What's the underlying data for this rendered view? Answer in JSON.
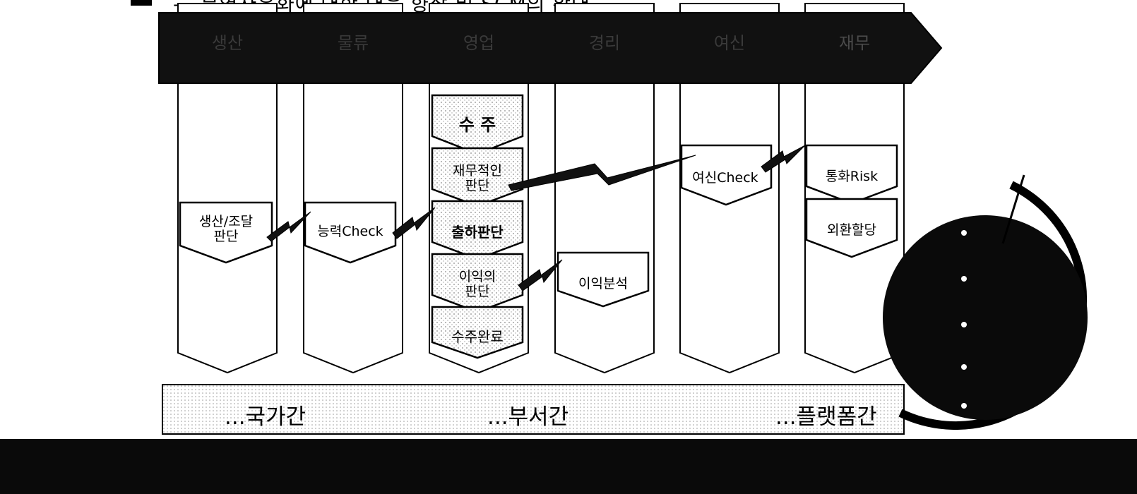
{
  "title": "— 무역자유화에 대한 대응 향상 및 SCM의 확대",
  "header_arrow": {
    "column_headers": [
      "생산",
      "물류",
      "영업",
      "경리",
      "여신",
      "재무"
    ]
  },
  "columns": [
    {
      "boxes": [
        "생산/조달\n판단"
      ]
    },
    {
      "boxes": [
        "능력Check"
      ]
    },
    {
      "boxes": [
        "수 주",
        "재무적인\n판단",
        "출하판단",
        "이익의\n판단",
        "수주완료"
      ]
    },
    {
      "boxes": [
        "이익분석"
      ]
    },
    {
      "boxes": [
        "여신Check"
      ]
    },
    {
      "boxes": [
        "통화Risk",
        "외환할당"
      ]
    }
  ],
  "footer": {
    "labels": [
      "...국가간",
      "...부서간",
      "...플랫폼간"
    ]
  },
  "colors": {
    "ink": "#000000",
    "paper": "#ffffff",
    "stipple": "#9a9a9a"
  },
  "icons": [
    "lightning-connector-icon",
    "globe-icon"
  ]
}
